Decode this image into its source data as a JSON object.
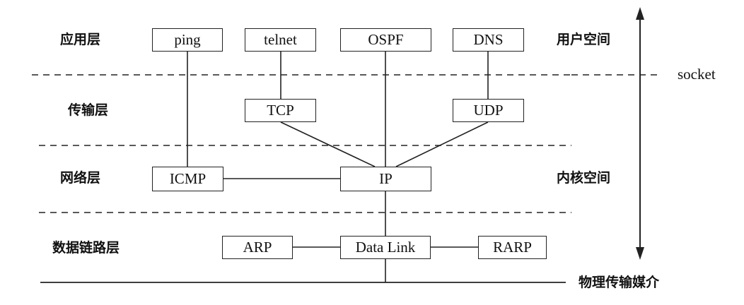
{
  "layers": {
    "application": "应用层",
    "transport": "传输层",
    "network": "网络层",
    "datalink": "数据链路层"
  },
  "spaces": {
    "user": "用户空间",
    "kernel": "内核空间",
    "socket": "socket",
    "physical": "物理传输媒介"
  },
  "boxes": {
    "ping": "ping",
    "telnet": "telnet",
    "ospf": "OSPF",
    "dns": "DNS",
    "tcp": "TCP",
    "udp": "UDP",
    "icmp": "ICMP",
    "ip": "IP",
    "arp": "ARP",
    "datalink": "Data Link",
    "rarp": "RARP"
  }
}
